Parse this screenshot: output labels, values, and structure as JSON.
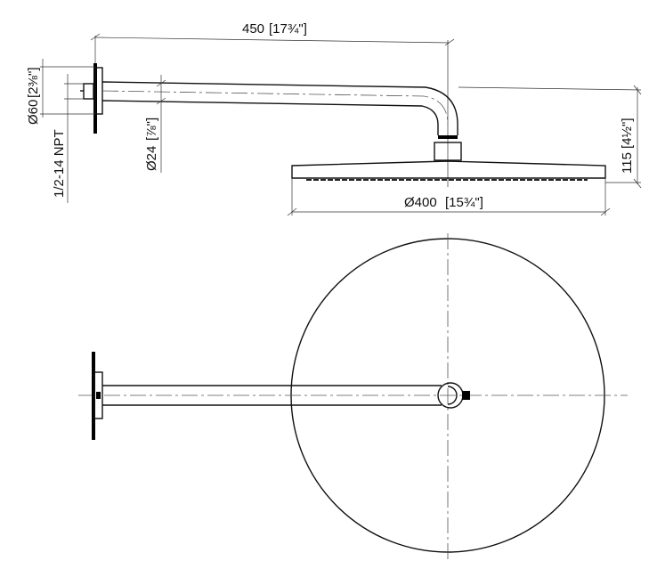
{
  "drawing": {
    "dimensions": {
      "arm_length": {
        "metric": "450",
        "imperial": "17¾\""
      },
      "flange_diameter": {
        "metric": "Ø60",
        "imperial": "2⅜\""
      },
      "thread": {
        "label": "1/2-14 NPT"
      },
      "arm_diameter": {
        "metric": "Ø24",
        "imperial": "⅞\""
      },
      "height": {
        "metric": "115",
        "imperial": "4½\""
      },
      "head_diameter": {
        "metric": "Ø400",
        "imperial": "15¾\""
      }
    }
  }
}
